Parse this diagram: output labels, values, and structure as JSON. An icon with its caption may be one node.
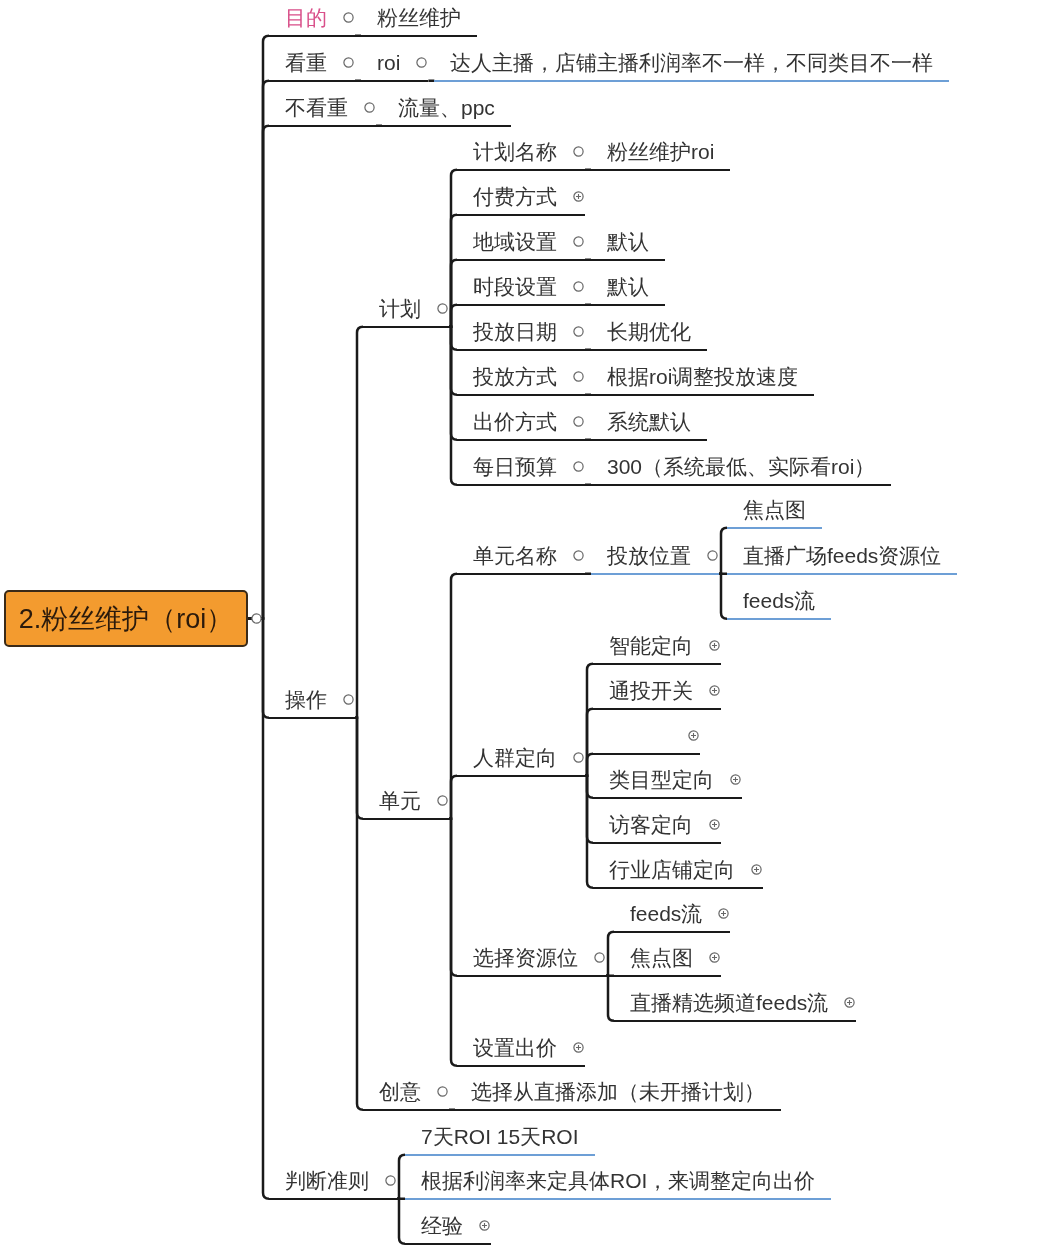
{
  "diagram": {
    "nodes": [
      {
        "text": [
          "2.粉丝维护（roi）"
        ]
      },
      {
        "text": [
          "目的"
        ]
      },
      {
        "text": [
          "粉丝维护"
        ]
      },
      {
        "text": [
          "看重"
        ]
      },
      {
        "text": [
          "roi"
        ]
      },
      {
        "text": [
          "达人主播，店铺主播利润率不一样，不同类目不一样"
        ]
      },
      {
        "text": [
          "不看重"
        ]
      },
      {
        "text": [
          "流量、ppc"
        ]
      },
      {
        "text": [
          "操作"
        ]
      },
      {
        "text": [
          "计划"
        ]
      },
      {
        "text": [
          "计划名称"
        ]
      },
      {
        "text": [
          "粉丝维护roi"
        ]
      },
      {
        "text": [
          "付费方式"
        ]
      },
      {
        "text": [
          "地域设置"
        ]
      },
      {
        "text": [
          "默认"
        ]
      },
      {
        "text": [
          "时段设置"
        ]
      },
      {
        "text": [
          "默认"
        ]
      },
      {
        "text": [
          "投放日期"
        ]
      },
      {
        "text": [
          "长期优化"
        ]
      },
      {
        "text": [
          "投放方式"
        ]
      },
      {
        "text": [
          "根据roi调整投放速度"
        ]
      },
      {
        "text": [
          "出价方式"
        ]
      },
      {
        "text": [
          "系统默认"
        ]
      },
      {
        "text": [
          "每日预算"
        ]
      },
      {
        "text": [
          "300（系统最低、实际看roi）"
        ]
      },
      {
        "text": [
          "单元"
        ]
      },
      {
        "text": [
          "单元名称"
        ]
      },
      {
        "text": [
          "投放位置"
        ]
      },
      {
        "text": [
          "焦点图"
        ]
      },
      {
        "text": [
          "直播广场feeds资源位"
        ]
      },
      {
        "text": [
          "feeds流"
        ]
      },
      {
        "text": [
          "人群定向"
        ]
      },
      {
        "text": [
          "智能定向"
        ]
      },
      {
        "text": [
          "通投开关"
        ]
      },
      {
        "text": [],
        "shape": "line"
      },
      {
        "text": [
          "类目型定向"
        ]
      },
      {
        "text": [
          "访客定向"
        ]
      },
      {
        "text": [
          "行业店铺定向"
        ]
      },
      {
        "text": [
          "选择资源位"
        ]
      },
      {
        "text": [
          "feeds流"
        ]
      },
      {
        "text": [
          "焦点图"
        ]
      },
      {
        "text": [
          "直播精选频道feeds流"
        ]
      },
      {
        "text": [
          "设置出价"
        ]
      },
      {
        "text": [
          "创意"
        ]
      },
      {
        "text": [
          "选择从直播添加（未开播计划）"
        ]
      },
      {
        "text": [
          "判断准则"
        ]
      },
      {
        "text": [
          "7天ROI 15天ROI"
        ]
      },
      {
        "text": [
          "根据利润率来定具体ROI，来调整定向出价"
        ]
      },
      {
        "text": [
          "经验"
        ]
      }
    ],
    "edges": [
      {
        "from": 0,
        "to": 1,
        "arrow": "none"
      },
      {
        "from": 1,
        "to": 2,
        "arrow": "none"
      },
      {
        "from": 0,
        "to": 3,
        "arrow": "none"
      },
      {
        "from": 3,
        "to": 4,
        "arrow": "none"
      },
      {
        "from": 4,
        "to": 5,
        "arrow": "none"
      },
      {
        "from": 0,
        "to": 6,
        "arrow": "none"
      },
      {
        "from": 6,
        "to": 7,
        "arrow": "none"
      },
      {
        "from": 0,
        "to": 8,
        "arrow": "none"
      },
      {
        "from": 8,
        "to": 9,
        "arrow": "none"
      },
      {
        "from": 9,
        "to": 10,
        "arrow": "none"
      },
      {
        "from": 10,
        "to": 11,
        "arrow": "none"
      },
      {
        "from": 9,
        "to": 12,
        "arrow": "none"
      },
      {
        "from": 9,
        "to": 13,
        "arrow": "none"
      },
      {
        "from": 13,
        "to": 14,
        "arrow": "none"
      },
      {
        "from": 9,
        "to": 15,
        "arrow": "none"
      },
      {
        "from": 15,
        "to": 16,
        "arrow": "none"
      },
      {
        "from": 9,
        "to": 17,
        "arrow": "none"
      },
      {
        "from": 17,
        "to": 18,
        "arrow": "none"
      },
      {
        "from": 9,
        "to": 19,
        "arrow": "none"
      },
      {
        "from": 19,
        "to": 20,
        "arrow": "none"
      },
      {
        "from": 9,
        "to": 21,
        "arrow": "none"
      },
      {
        "from": 21,
        "to": 22,
        "arrow": "none"
      },
      {
        "from": 9,
        "to": 23,
        "arrow": "none"
      },
      {
        "from": 23,
        "to": 24,
        "arrow": "none"
      },
      {
        "from": 8,
        "to": 25,
        "arrow": "none"
      },
      {
        "from": 25,
        "to": 26,
        "arrow": "none"
      },
      {
        "from": 26,
        "to": 27,
        "arrow": "none"
      },
      {
        "from": 27,
        "to": 28,
        "arrow": "none"
      },
      {
        "from": 27,
        "to": 29,
        "arrow": "none"
      },
      {
        "from": 27,
        "to": 30,
        "arrow": "none"
      },
      {
        "from": 25,
        "to": 31,
        "arrow": "none"
      },
      {
        "from": 31,
        "to": 32,
        "arrow": "none"
      },
      {
        "from": 31,
        "to": 33,
        "arrow": "none"
      },
      {
        "from": 31,
        "to": 34,
        "arrow": "none"
      },
      {
        "from": 31,
        "to": 35,
        "arrow": "none"
      },
      {
        "from": 31,
        "to": 36,
        "arrow": "none"
      },
      {
        "from": 31,
        "to": 37,
        "arrow": "none"
      },
      {
        "from": 25,
        "to": 38,
        "arrow": "none"
      },
      {
        "from": 38,
        "to": 39,
        "arrow": "none"
      },
      {
        "from": 38,
        "to": 40,
        "arrow": "none"
      },
      {
        "from": 38,
        "to": 41,
        "arrow": "none"
      },
      {
        "from": 25,
        "to": 42,
        "arrow": "none"
      },
      {
        "from": 8,
        "to": 43,
        "arrow": "none"
      },
      {
        "from": 43,
        "to": 44,
        "arrow": "none"
      },
      {
        "from": 0,
        "to": 45,
        "arrow": "none"
      },
      {
        "from": 45,
        "to": 46,
        "arrow": "none"
      },
      {
        "from": 45,
        "to": 47,
        "arrow": "none"
      },
      {
        "from": 45,
        "to": 48,
        "arrow": "none"
      }
    ]
  }
}
